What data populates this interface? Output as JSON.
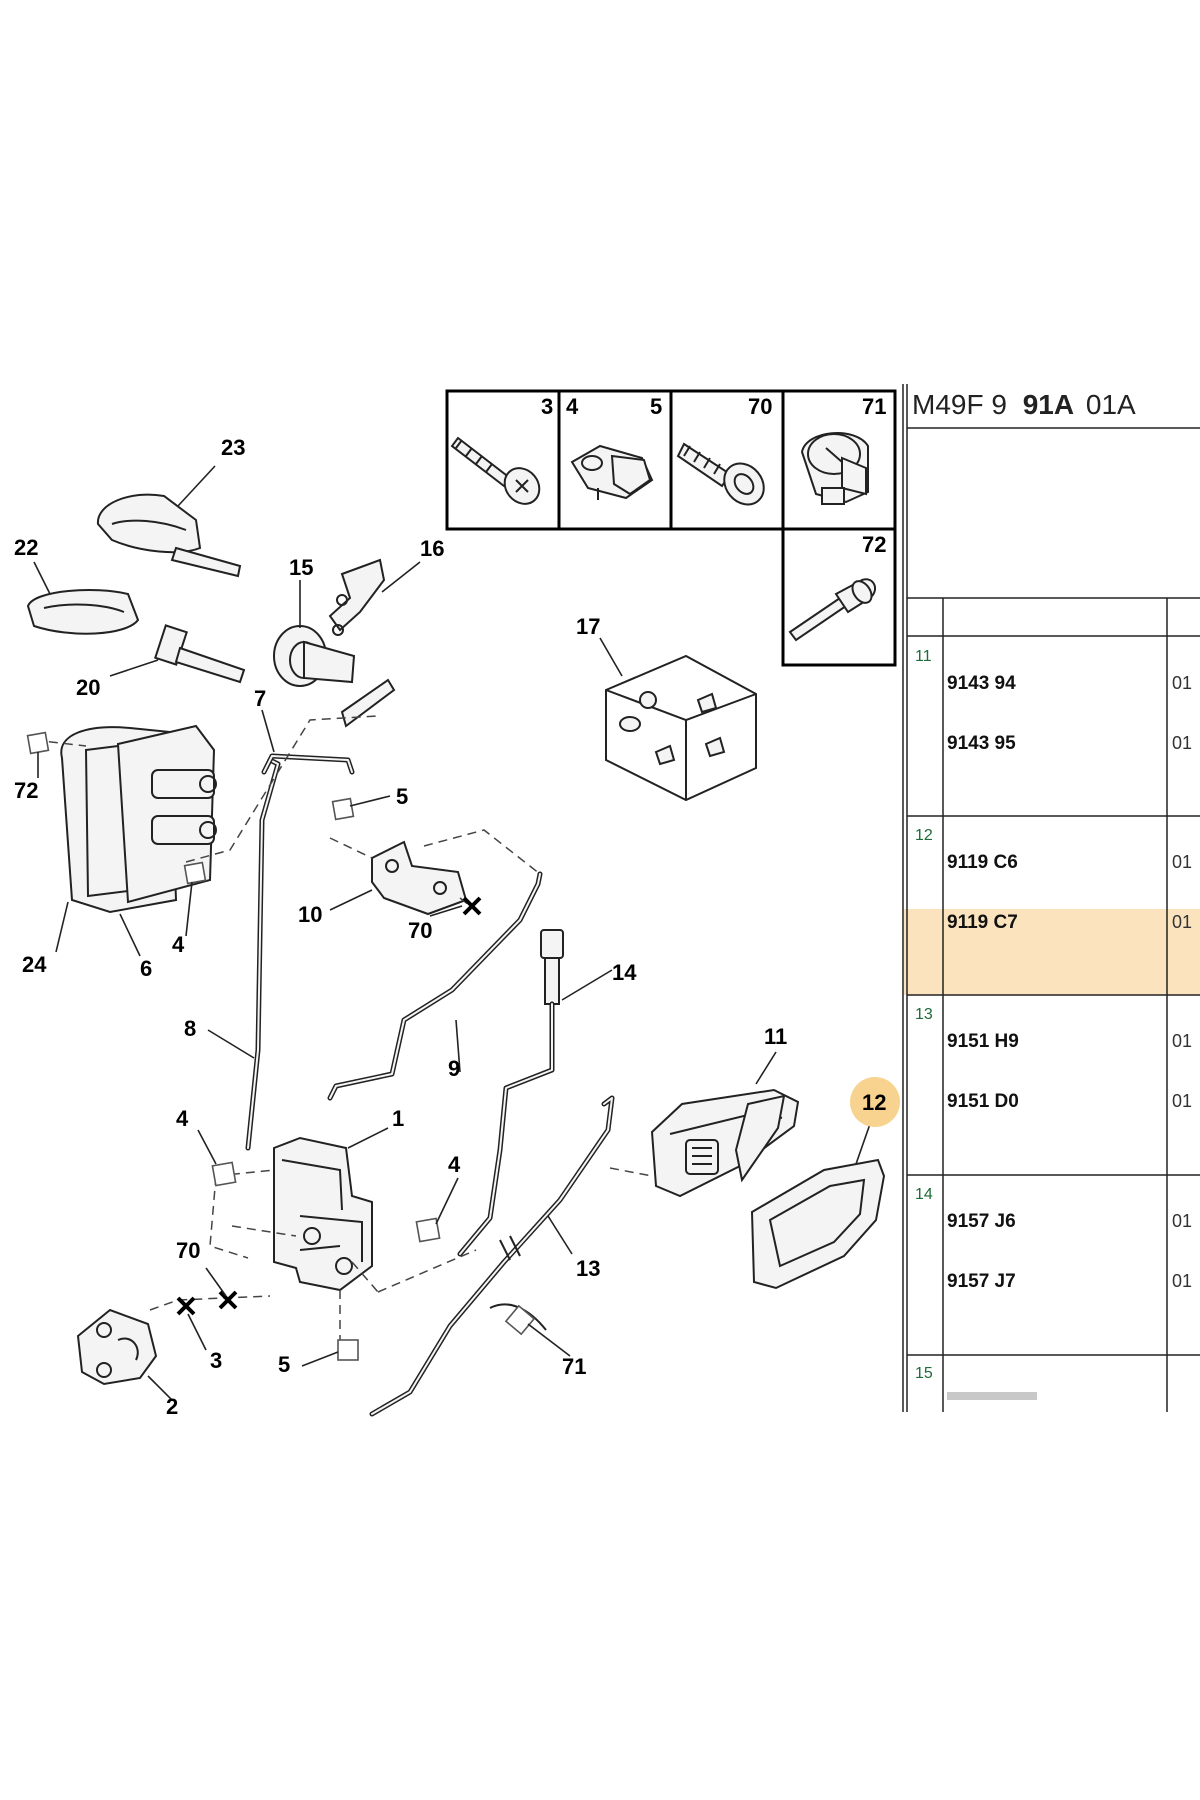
{
  "diagram_code": {
    "prefix": "M49F 9",
    "group": "91A",
    "suffix": "01A"
  },
  "hardware_box": {
    "cells": [
      "3",
      "4",
      "5",
      "70",
      "71",
      "72"
    ]
  },
  "callouts": {
    "c1": "1",
    "c2": "2",
    "c3": "3",
    "c4a": "4",
    "c4b": "4",
    "c4c": "4",
    "c5a": "5",
    "c5b": "5",
    "c6": "6",
    "c7": "7",
    "c8": "8",
    "c9": "9",
    "c10": "10",
    "c11": "11",
    "c12": "12",
    "c13": "13",
    "c14": "14",
    "c15": "15",
    "c16": "16",
    "c17": "17",
    "c20": "20",
    "c22": "22",
    "c23": "23",
    "c24": "24",
    "c70a": "70",
    "c70b": "70",
    "c71": "71",
    "c72": "72"
  },
  "parts_table": {
    "rows": [
      {
        "ref": "11",
        "parts": [
          {
            "number": "9143 94",
            "qty": "01"
          },
          {
            "number": "9143 95",
            "qty": "01"
          }
        ]
      },
      {
        "ref": "12",
        "parts": [
          {
            "number": "9119 C6",
            "qty": "01"
          },
          {
            "number": "9119 C7",
            "qty": "01"
          }
        ],
        "highlighted_part": "9119 C7"
      },
      {
        "ref": "13",
        "parts": [
          {
            "number": "9151 H9",
            "qty": "01"
          },
          {
            "number": "9151 D0",
            "qty": "01"
          }
        ]
      },
      {
        "ref": "14",
        "parts": [
          {
            "number": "9157 J6",
            "qty": "01"
          },
          {
            "number": "9157 J7",
            "qty": "01"
          }
        ]
      },
      {
        "ref": "15",
        "parts": []
      }
    ]
  },
  "colors": {
    "highlight_row": "#fbe3bd",
    "highlight_badge": "#f7d38f",
    "row_number": "#1f6a3a"
  }
}
